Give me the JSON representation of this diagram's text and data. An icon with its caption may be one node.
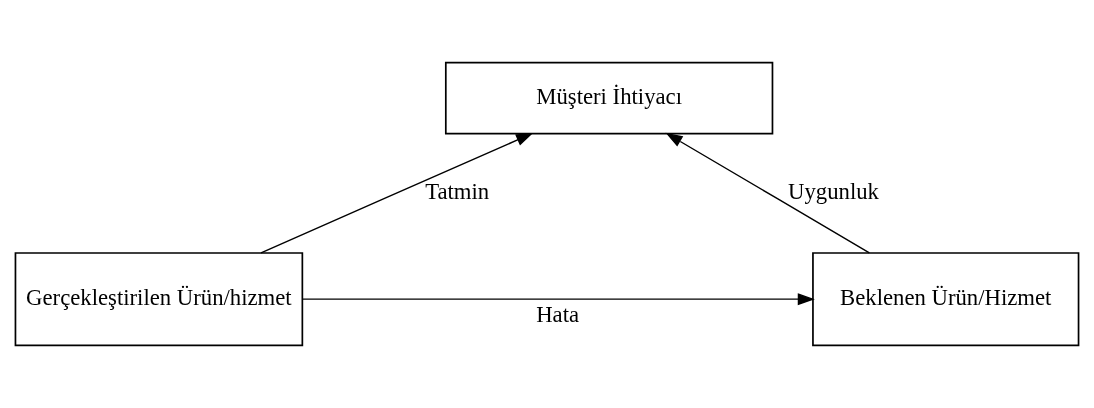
{
  "diagram": {
    "nodes": [
      {
        "text": [
          "Müşteri İhtiyacı"
        ]
      },
      {
        "text": [
          "Beklenen Ürün/Hizmet"
        ]
      },
      {
        "text": [
          "Gerçekleştirilen Ürün/hizmet"
        ]
      }
    ],
    "edges": [
      {
        "from": 1,
        "to": 0,
        "arrow": "to",
        "label": "Uygunluk"
      },
      {
        "from": 2,
        "to": 0,
        "arrow": "to",
        "label": "Tatmin"
      },
      {
        "from": 2,
        "to": 1,
        "arrow": "to",
        "label": "Hata"
      }
    ]
  }
}
